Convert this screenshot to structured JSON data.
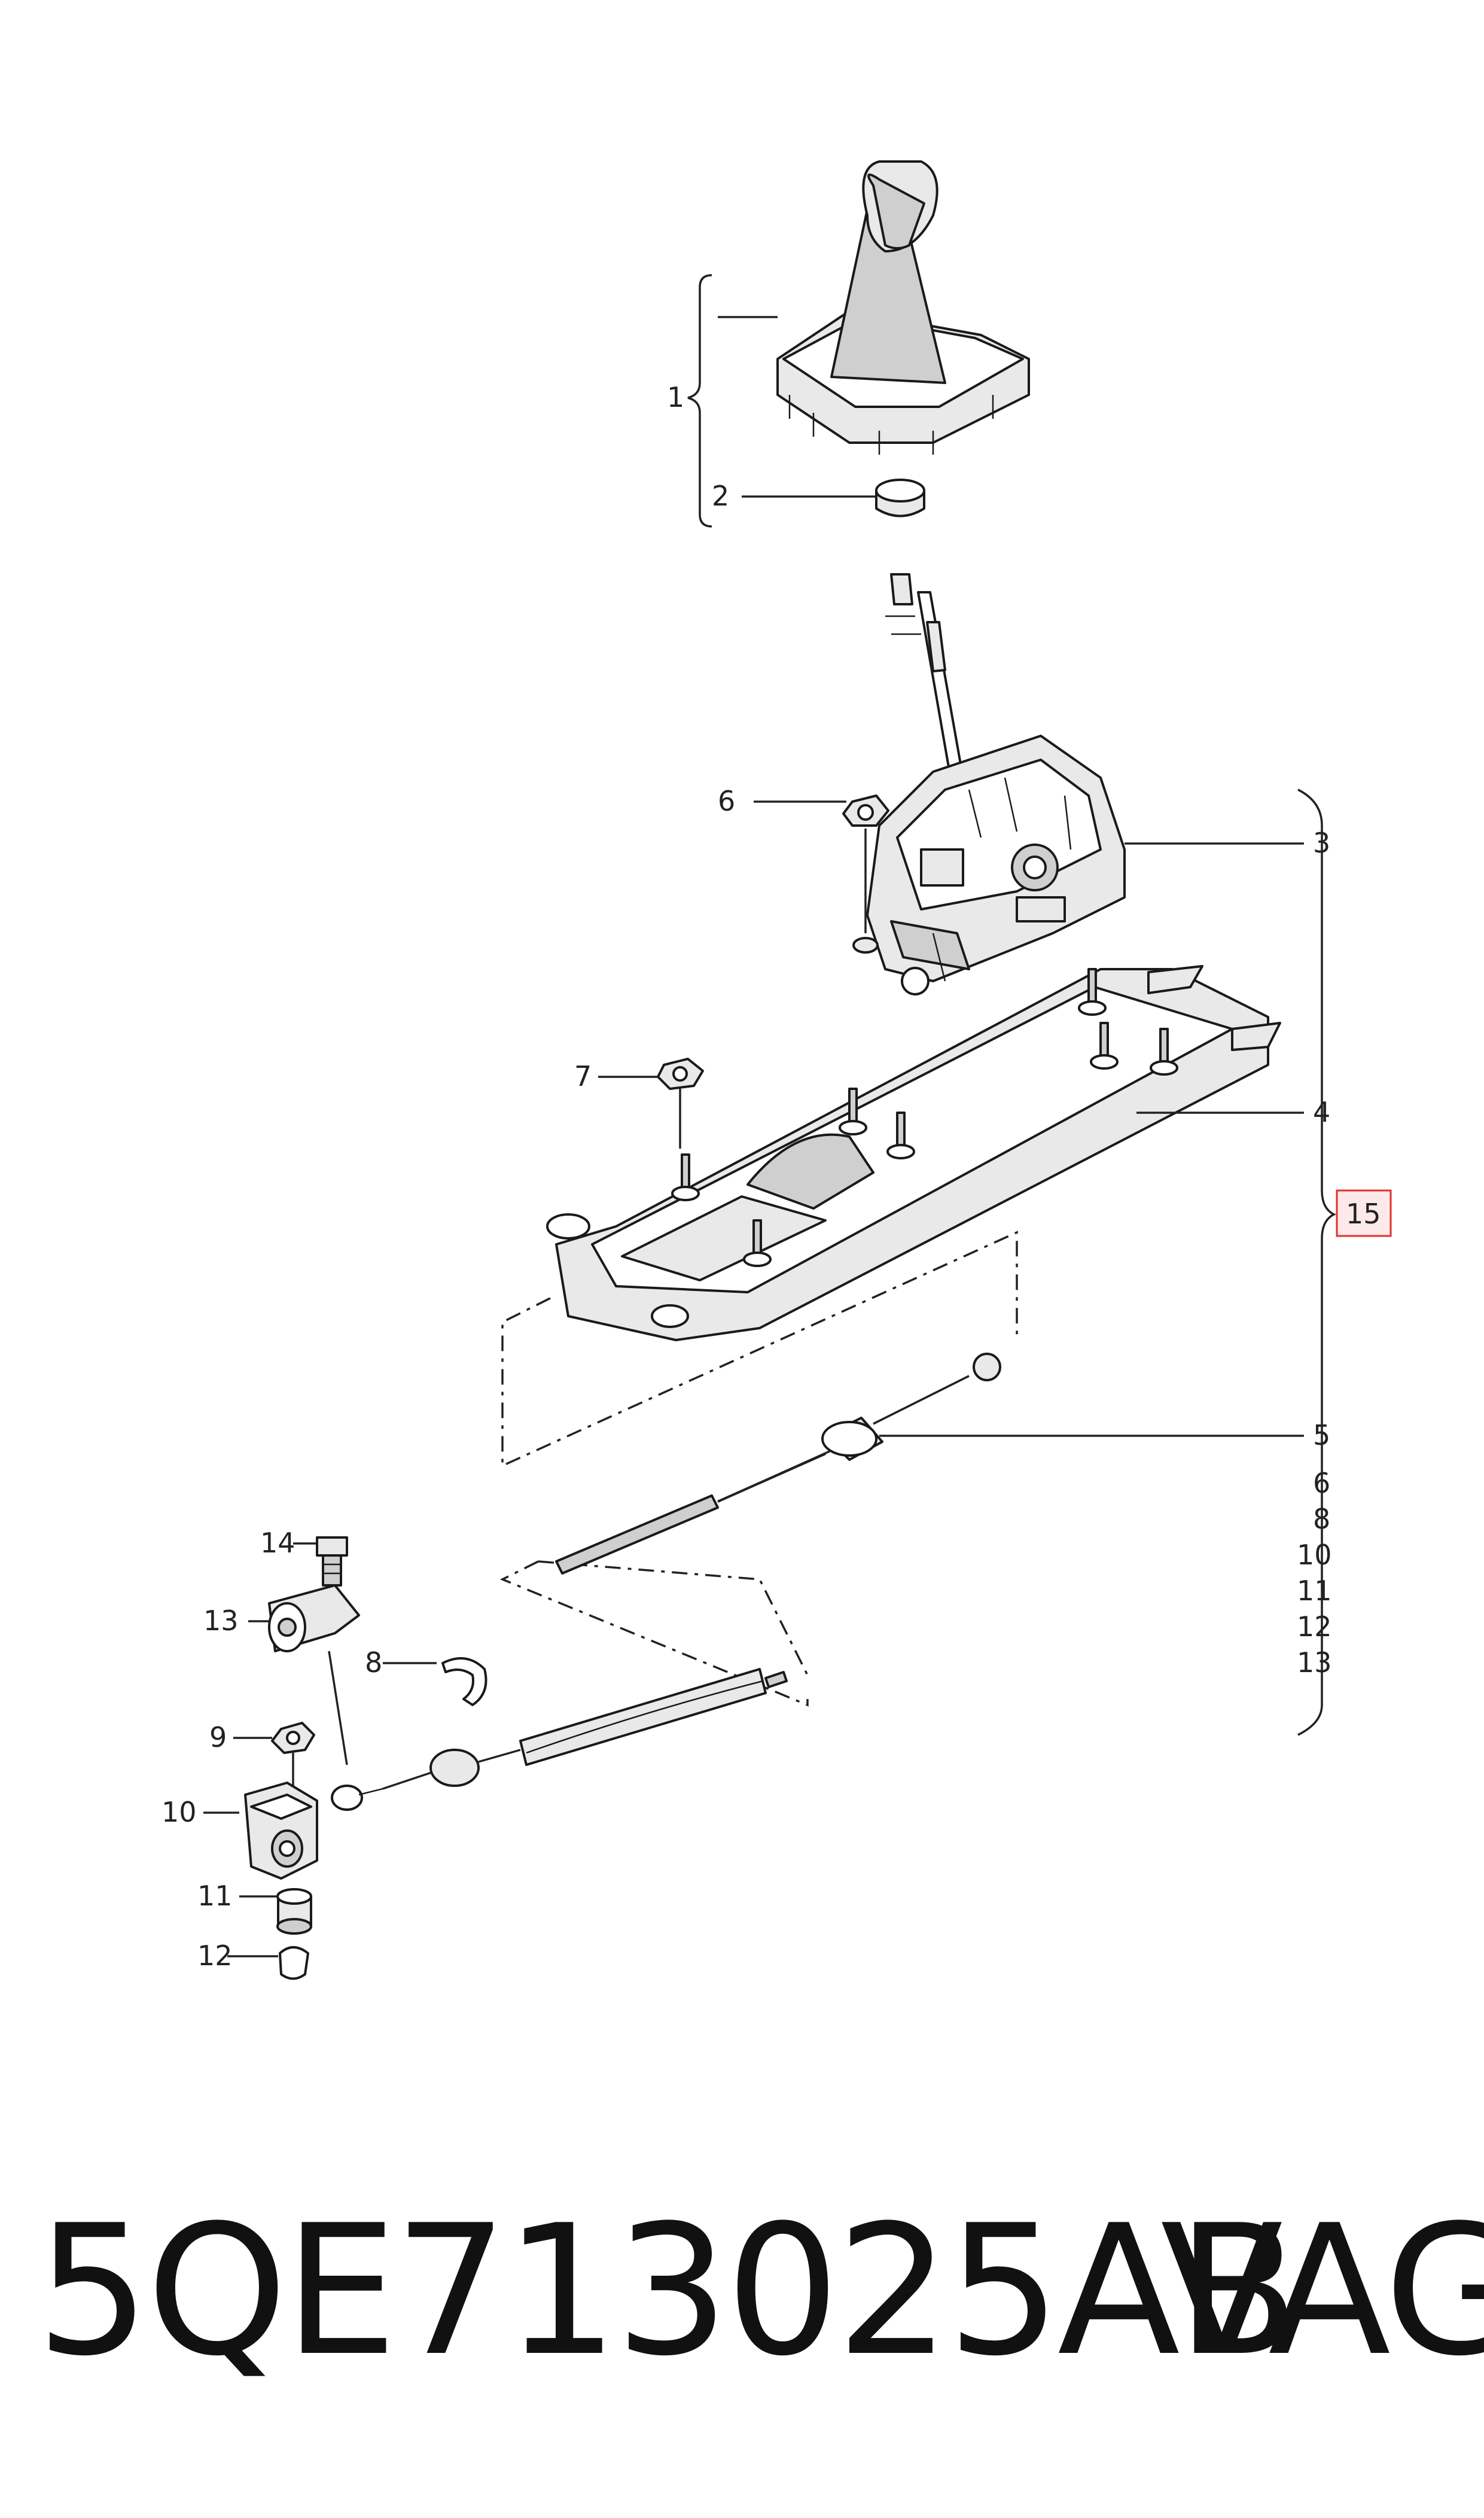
{
  "callouts": {
    "c1": "1",
    "c2": "2",
    "c3": "3",
    "c4": "4",
    "c5": "5",
    "c6": "6",
    "c7": "7",
    "c8": "8",
    "c9": "9",
    "c10": "10",
    "c11": "11",
    "c12": "12",
    "c13": "13",
    "c14": "14",
    "c15": "15"
  },
  "group_list": [
    "5",
    "6",
    "8",
    "10",
    "11",
    "12",
    "13"
  ],
  "highlight_color": "#e03030",
  "footer": {
    "part_number": "5QE713025AB",
    "brand": "VAG"
  }
}
